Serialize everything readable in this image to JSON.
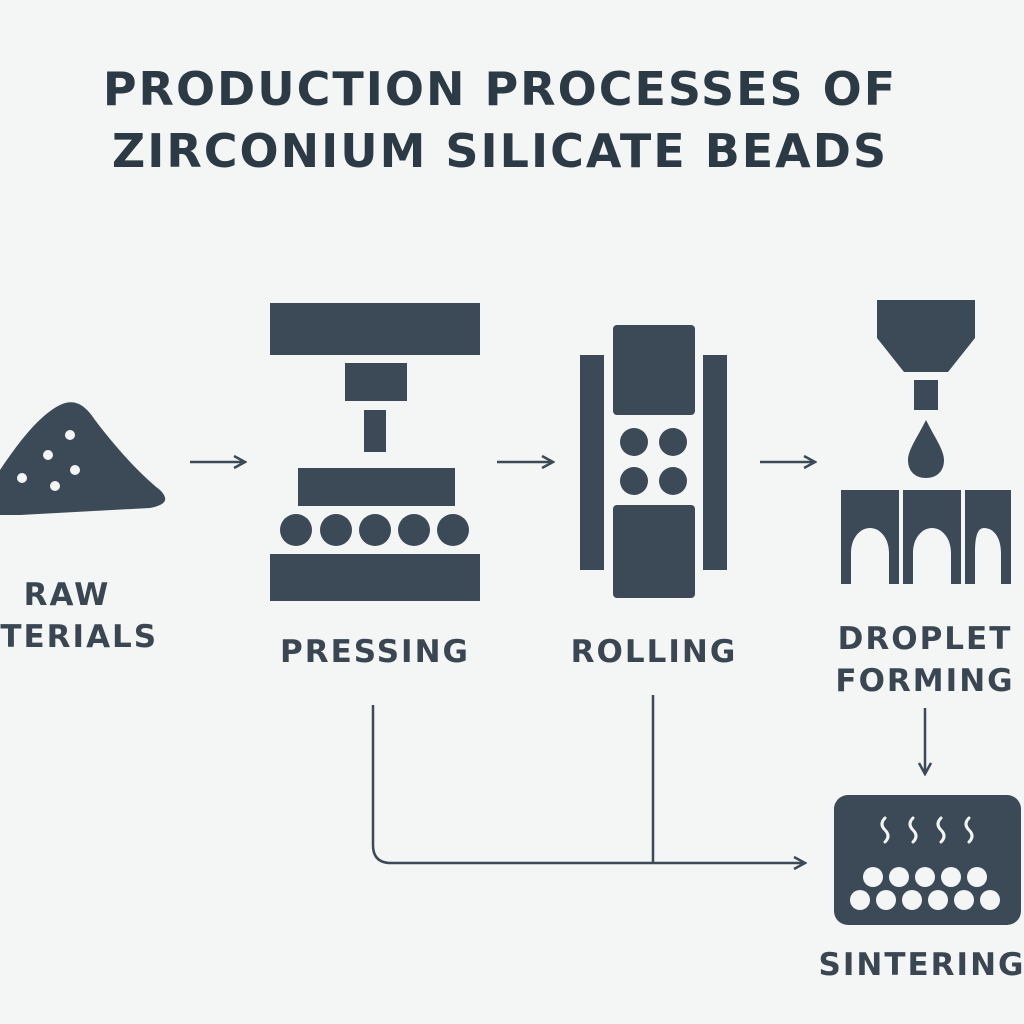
{
  "title": {
    "line1": "PRODUCTION PROCESSES OF",
    "line2": "ZIRCONIUM SILICATE BEADS"
  },
  "steps": {
    "raw_materials": {
      "line1": "RAW",
      "line2": "RTERIALS"
    },
    "pressing": {
      "label": "PRESSING"
    },
    "rolling": {
      "label": "ROLLING"
    },
    "droplet_forming": {
      "line1": "DROPLET",
      "line2": "FORMING"
    },
    "sintering": {
      "label": "SINTERING"
    }
  },
  "colors": {
    "icon": "#3b4a56",
    "text": "#2c3a45",
    "background": "#f4f5f5"
  }
}
